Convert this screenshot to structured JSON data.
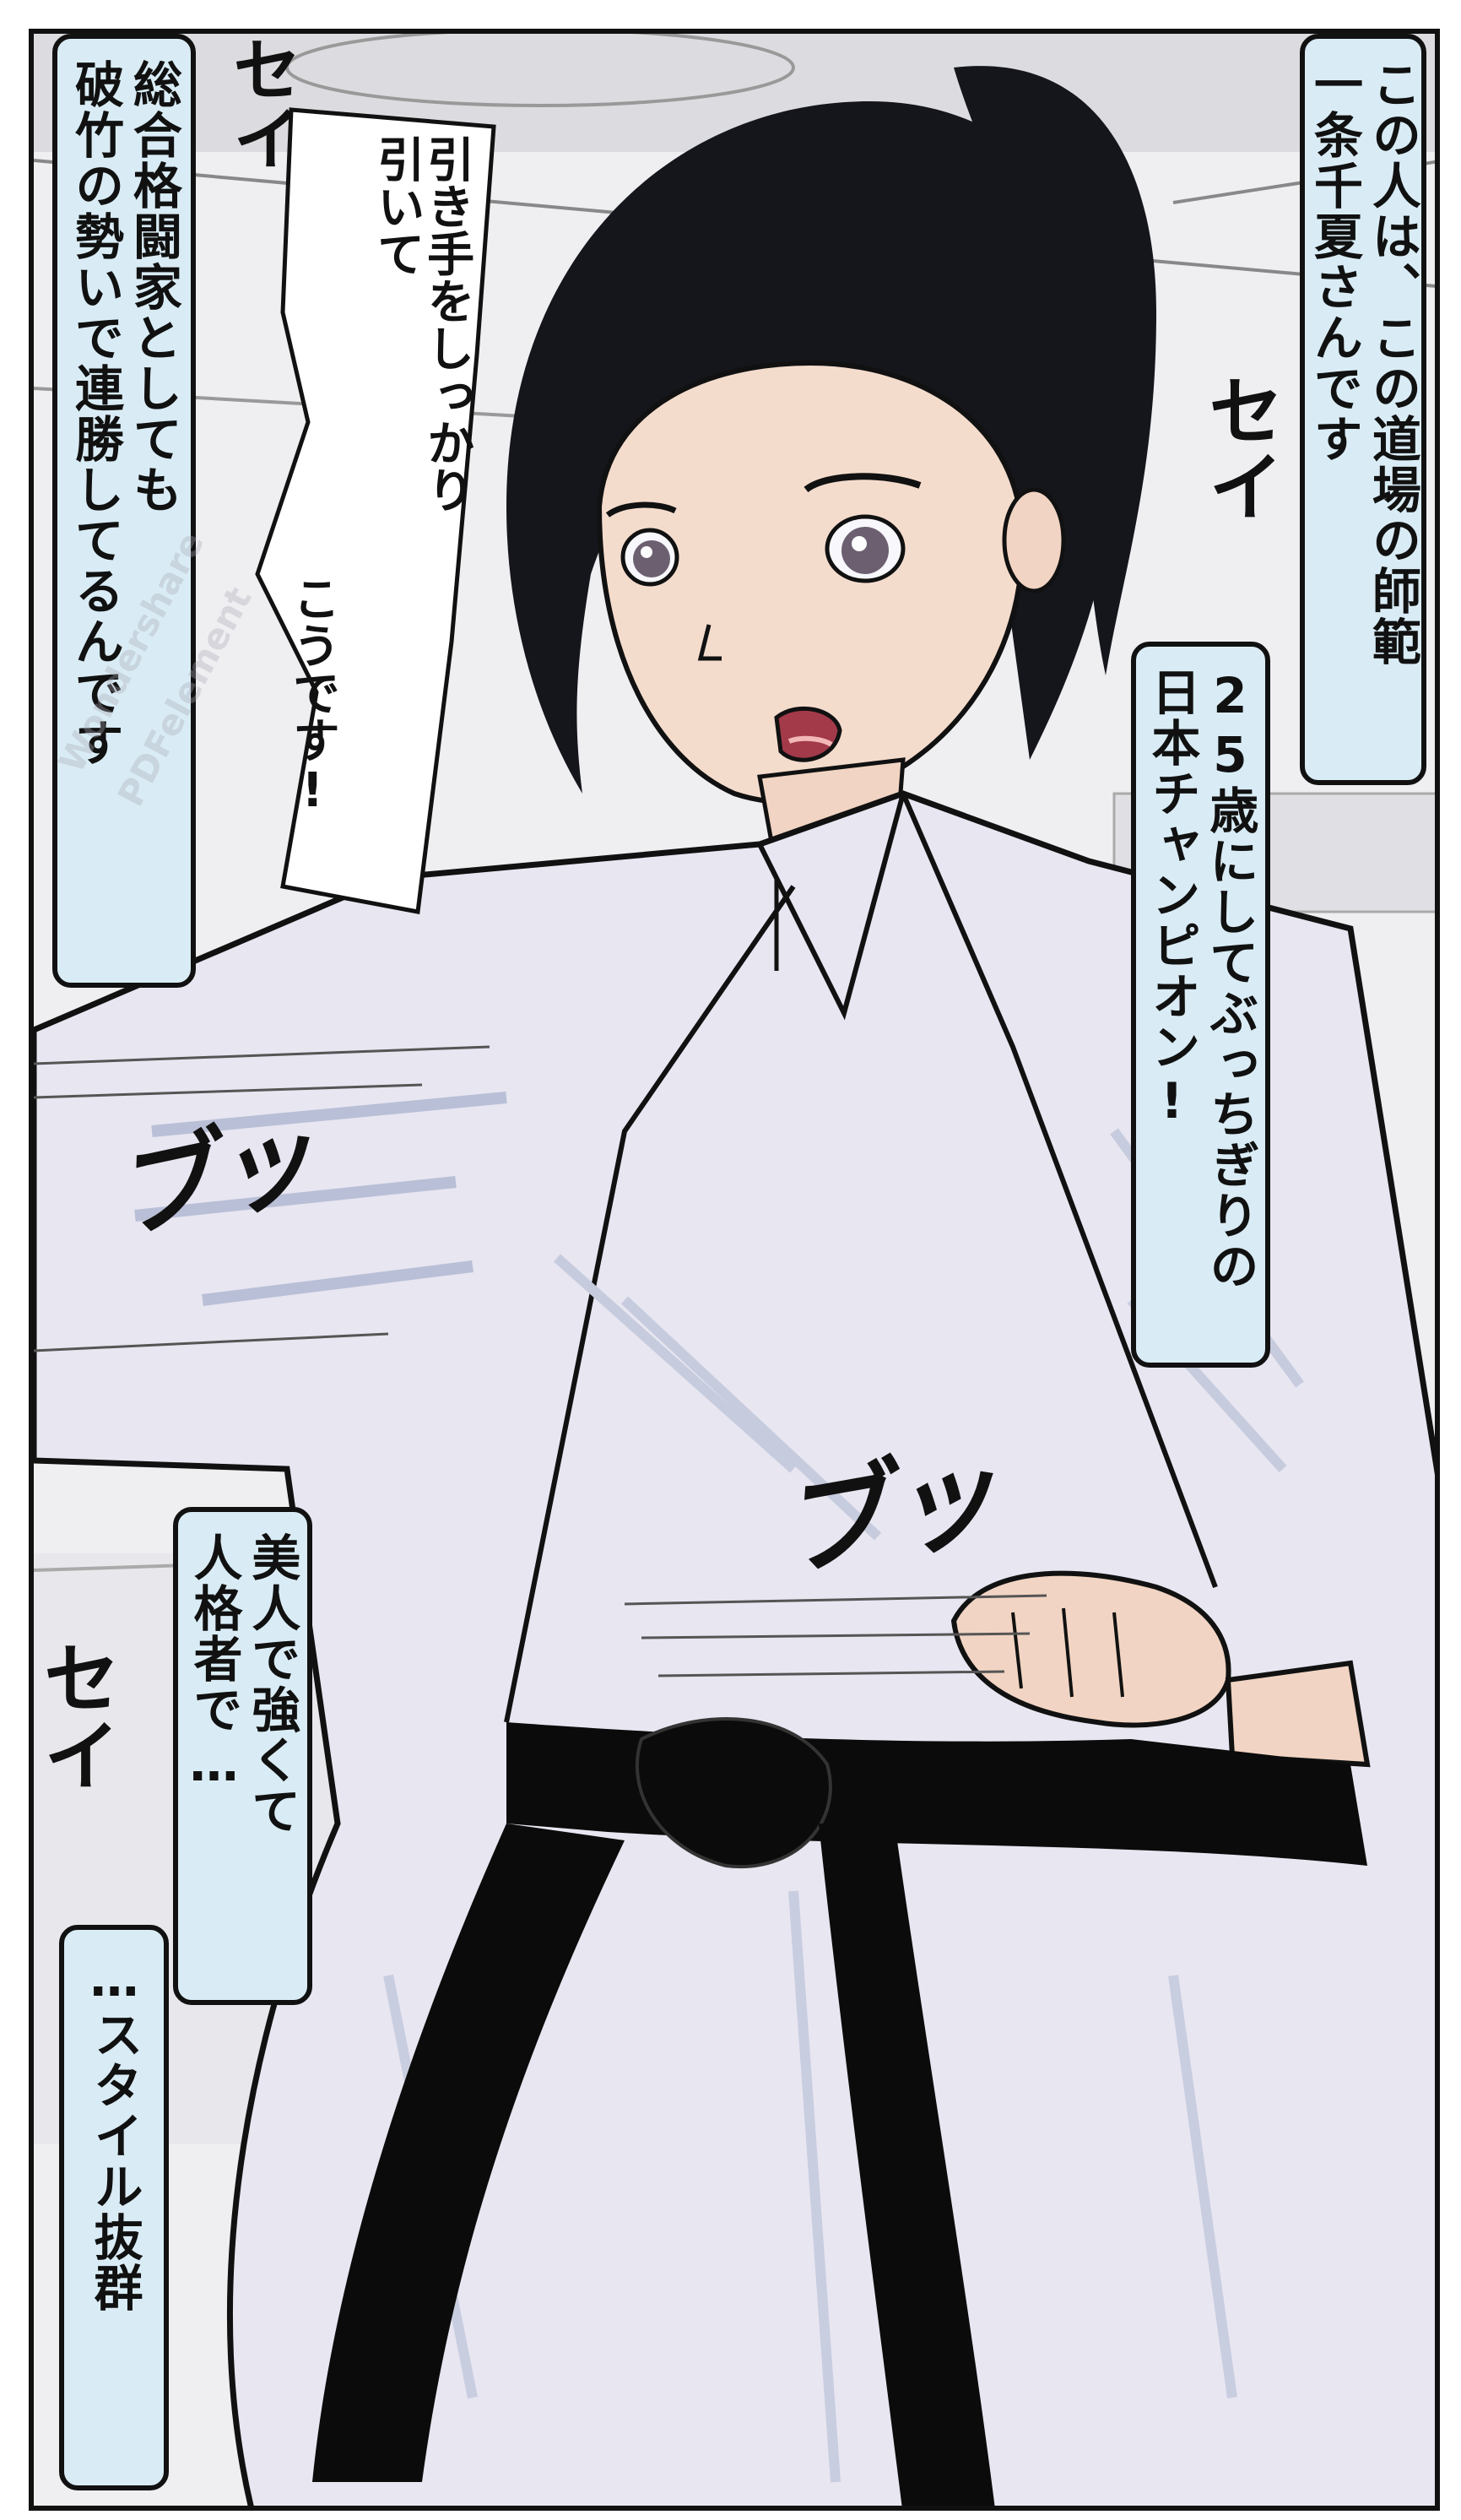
{
  "captions": {
    "top_right": [
      "この人は、この道場の師範",
      "一条千夏さんです"
    ],
    "middle_right": [
      "25歳にしてぶっちぎりの",
      "日本チャンピオン!"
    ],
    "top_left": [
      "総合格闘家としても",
      "破竹の勢いで連勝してるんです"
    ],
    "lower_middle": [
      "美人で強くて",
      "人格者で…"
    ],
    "bottom_left": [
      "…スタイル抜群"
    ]
  },
  "speech": {
    "line1": [
      "引き手をしっかり",
      "引いて"
    ],
    "line2": [
      "こうです!"
    ]
  },
  "sfx": {
    "sei_top_left": "セイ",
    "sei_right": "セイ",
    "sei_bottom_left": "セイ",
    "bu_left": "ブッ",
    "bu_right": "ブッ"
  },
  "watermark": [
    "Wondershare",
    "PDFelement"
  ],
  "colors": {
    "caption_bg": "#d9ecf5",
    "hair": "#14161c",
    "gi": "#e7e6f1",
    "belt": "#0b0b0b",
    "skin": "#f4dccd"
  }
}
